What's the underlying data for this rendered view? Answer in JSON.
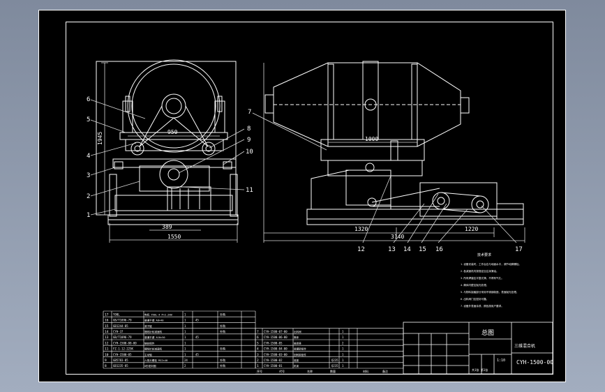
{
  "dimensions": {
    "side_height": "1945",
    "side_drum_width": "950",
    "side_base_inner": "389",
    "side_base_overall": "1550",
    "front_top": "1000",
    "front_left_span": "1320",
    "front_right_span": "1220",
    "front_overall": "3140"
  },
  "side_callouts": [
    "6",
    "5",
    "4",
    "3",
    "2",
    "1",
    "8",
    "9",
    "10",
    "11"
  ],
  "front_callouts": [
    "7",
    "12",
    "13",
    "14",
    "15",
    "16",
    "17"
  ],
  "technical_requirements": {
    "heading": "技术要求",
    "lines": [
      "1.设备安装时，工作台应与地面水平，调节地脚螺栓。",
      "2.各减速机内按规定加注润滑油。",
      "3.所有焊缝应平整光滑，不得有气孔。",
      "4.筒体内壁应抛光处理。",
      "5.与物料接触部分采用不锈钢制造，表面抛光处理。",
      "6.出料阀门应密封可靠。",
      "7.设备外表面涂漆，颜色按用户要求。"
    ]
  },
  "bom_left": [
    {
      "no": "17",
      "code": "Y90L",
      "name": "电机  Y90L-4  P=2.2kW",
      "qty": "1",
      "material": "",
      "note": "外购"
    },
    {
      "no": "16",
      "code": "GB/T1096-79",
      "name": "普通平键  A8×40",
      "qty": "1",
      "material": "45",
      "note": ""
    },
    {
      "no": "15",
      "code": "GB1244-85",
      "name": "滚子链",
      "qty": "1",
      "material": "",
      "note": "外购"
    },
    {
      "no": "14",
      "code": "CYH-37",
      "name": "摆线针轮减速机",
      "qty": "1",
      "material": "",
      "note": "外购"
    },
    {
      "no": "13",
      "code": "GB/T1096-79",
      "name": "普通平键  A10×50",
      "qty": "1",
      "material": "45",
      "note": ""
    },
    {
      "no": "12",
      "code": "CYH-1500-08-00",
      "name": "链轮组件",
      "qty": "1",
      "material": "",
      "note": ""
    },
    {
      "no": "11",
      "code": "FZ-1-12-225K",
      "name": "摆线针轮减速机",
      "qty": "1",
      "material": "",
      "note": "外购"
    },
    {
      "no": "10",
      "code": "CYH-1500-05",
      "name": "主动轴",
      "qty": "1",
      "material": "45",
      "note": ""
    },
    {
      "no": "9",
      "code": "GB5783-85",
      "name": "六角头螺栓  M12×40",
      "qty": "24",
      "material": "",
      "note": "外购"
    },
    {
      "no": "8",
      "code": "GB1235-85",
      "name": "O形密封圈",
      "qty": "2",
      "material": "",
      "note": "外购"
    }
  ],
  "bom_mid": [
    {
      "no": "7",
      "code": "CYH-1500-07-00",
      "name": "出料阀",
      "qty": "1",
      "material": "",
      "note": ""
    },
    {
      "no": "6",
      "code": "CYH-1500-06-00",
      "name": "筒体",
      "qty": "1",
      "material": "",
      "note": ""
    },
    {
      "no": "5",
      "code": "CYH-1500-05",
      "name": "轴承座",
      "qty": "2",
      "material": "",
      "note": ""
    },
    {
      "no": "4",
      "code": "CYH-1500-04-00",
      "name": "摇摆架组件",
      "qty": "1",
      "material": "",
      "note": ""
    },
    {
      "no": "3",
      "code": "CYH-1500-03-00",
      "name": "回转架组件",
      "qty": "1",
      "material": "",
      "note": ""
    },
    {
      "no": "2",
      "code": "CYH-1500-02",
      "name": "底座",
      "qty": "1",
      "material": "Q235",
      "note": ""
    },
    {
      "no": "1",
      "code": "CYH-1500-01",
      "name": "机架",
      "qty": "1",
      "material": "Q235",
      "note": ""
    }
  ],
  "bom_header": {
    "no": "序号",
    "code": "代号",
    "name": "名称",
    "qty": "数量",
    "material": "材料",
    "note": "备注"
  },
  "title_block": {
    "title": "总图",
    "product": "三维混合机",
    "drawing_no": "CYH-1500-00",
    "scale": "1:10",
    "sheet": "共1张 第1张"
  },
  "colors": {
    "paper": "#000000",
    "frame": "#ffffff",
    "outline": "#ffffff",
    "dim": "#d8d8d8"
  }
}
